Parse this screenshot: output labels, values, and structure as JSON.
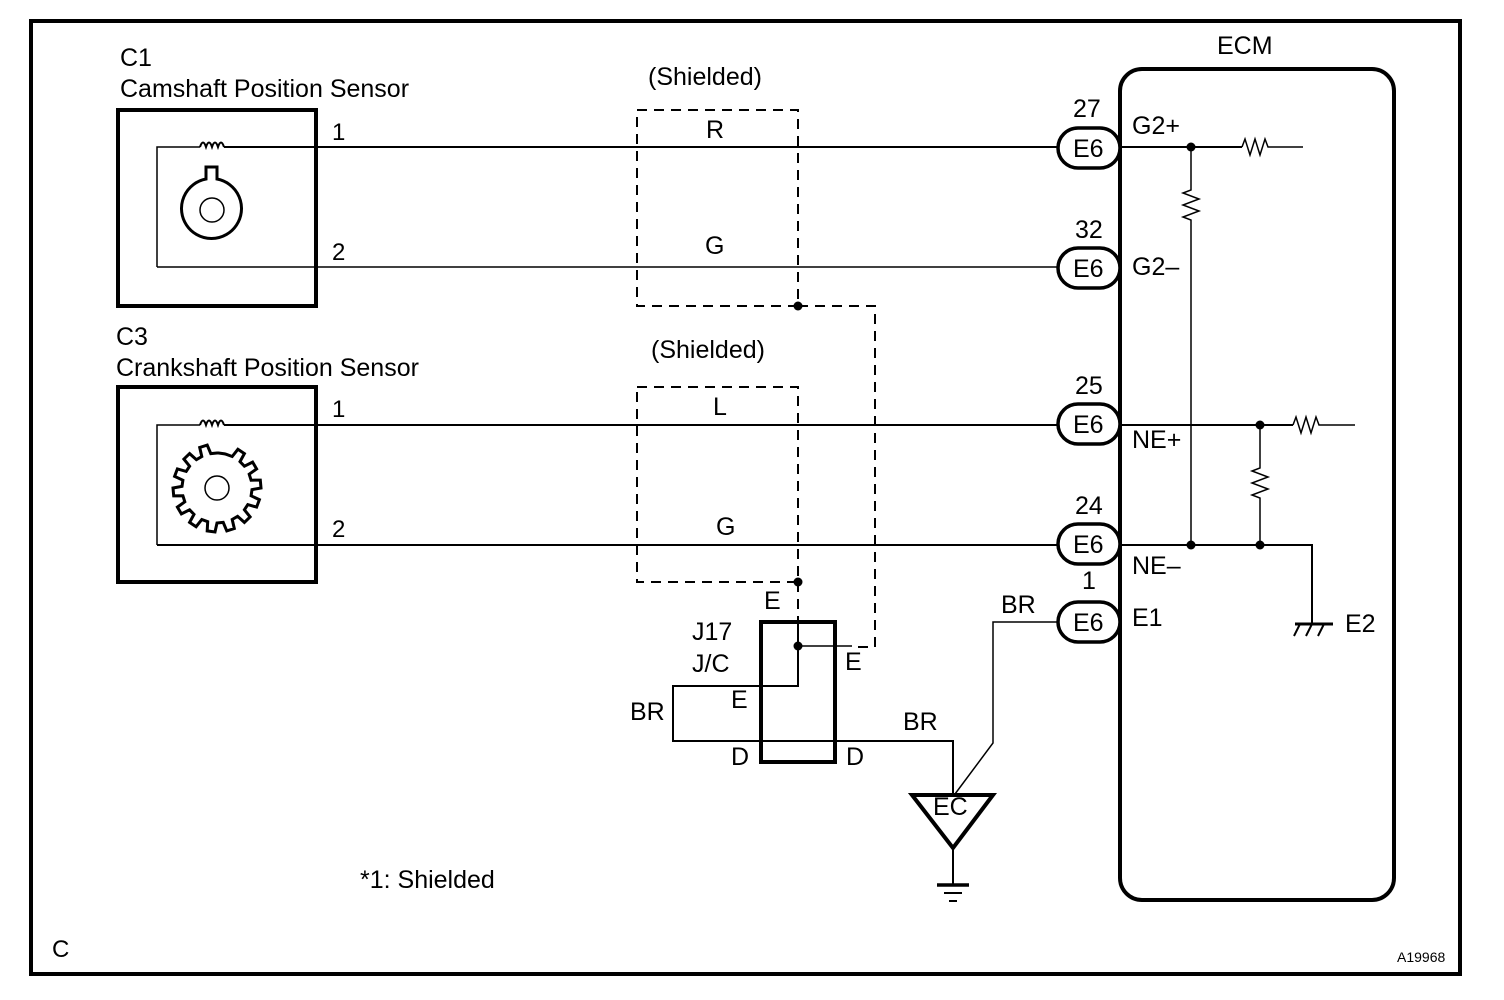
{
  "diagram": {
    "type": "wiring-diagram",
    "frame_code": "C",
    "figure_id": "A19968",
    "footnote": "*1: Shielded",
    "components": {
      "c1": {
        "code": "C1",
        "name": "Camshaft Position Sensor",
        "pins": [
          "1",
          "2"
        ]
      },
      "c3": {
        "code": "C3",
        "name": "Crankshaft Position Sensor",
        "pins": [
          "1",
          "2"
        ]
      },
      "ecm": {
        "name": "ECM"
      },
      "jc": {
        "code": "J17",
        "name": "J/C",
        "terminals": {
          "e_top": "E",
          "e_right": "E",
          "e_left": "E",
          "d_left": "D",
          "d_right": "D"
        }
      },
      "ground": {
        "name": "EC"
      }
    },
    "shields": [
      {
        "label": "(Shielded)",
        "wires": [
          "R",
          "G"
        ]
      },
      {
        "label": "(Shielded)",
        "wires": [
          "L",
          "G"
        ]
      }
    ],
    "connectors": [
      {
        "connector": "E6",
        "pin": "27",
        "terminal": "G2+"
      },
      {
        "connector": "E6",
        "pin": "32",
        "terminal": "G2–"
      },
      {
        "connector": "E6",
        "pin": "25",
        "terminal": "NE+"
      },
      {
        "connector": "E6",
        "pin": "24",
        "terminal": "NE–"
      },
      {
        "connector": "E6",
        "pin": "1",
        "terminal": "E1"
      }
    ],
    "ecm_internal_ground": "E2",
    "wire_colors": {
      "jc_loop": "BR",
      "jc_to_ec": "BR",
      "e1_to_ec": "BR"
    }
  }
}
